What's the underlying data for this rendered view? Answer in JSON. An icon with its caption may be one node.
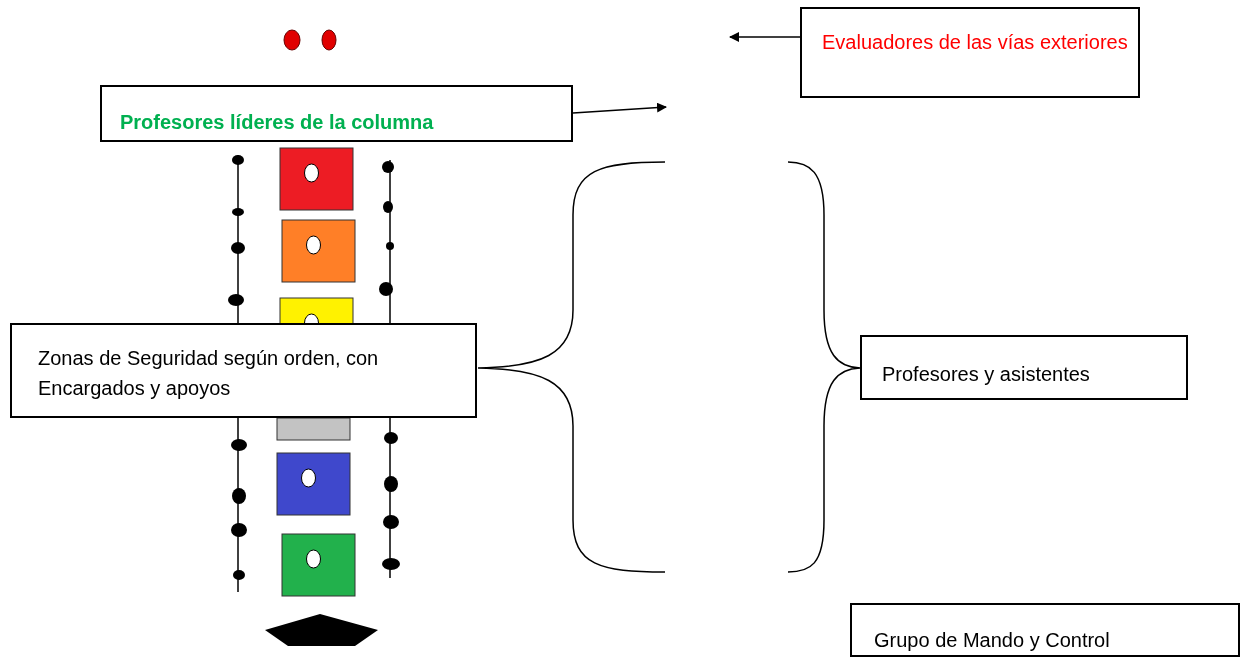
{
  "diagram": {
    "nodes": [
      {
        "text": [
          "Evaluadores de las vías exteriores"
        ]
      },
      {
        "text": [
          "Profesores líderes de la columna"
        ]
      },
      {
        "text": [
          "Zonas de Seguridad según orden, con Encargados y apoyos"
        ]
      },
      {
        "text": [
          "Profesores y asistentes"
        ]
      },
      {
        "text": [
          "Grupo de Mando y Control"
        ]
      }
    ],
    "edges": [
      {
        "from": 0,
        "to": null,
        "arrow": "to"
      },
      {
        "from": 1,
        "to": null,
        "arrow": "to"
      }
    ]
  }
}
